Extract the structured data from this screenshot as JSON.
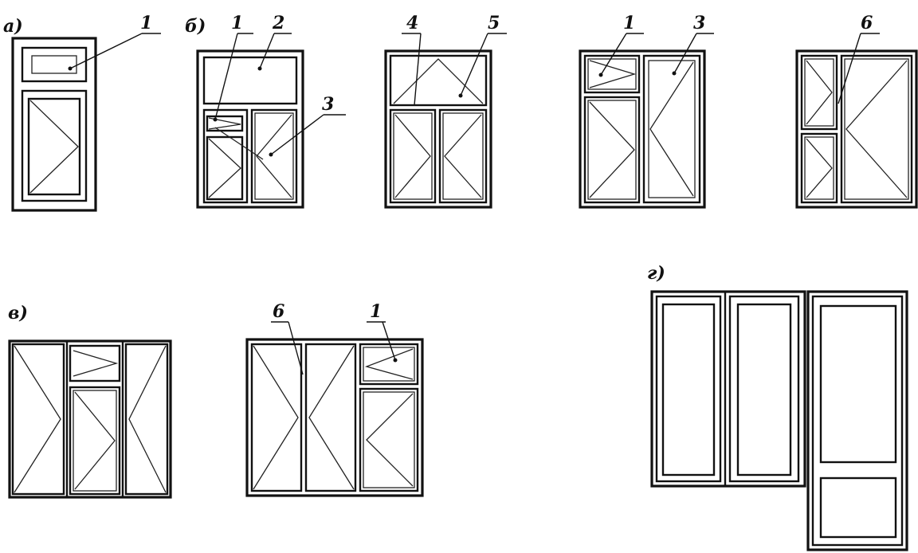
{
  "figure": {
    "panels": [
      {
        "id": "a",
        "label": "а)"
      },
      {
        "id": "b",
        "label": "б)"
      },
      {
        "id": "v",
        "label": "в)"
      },
      {
        "id": "g",
        "label": "г)"
      }
    ],
    "callouts": {
      "a_1": "1",
      "b1_1": "1",
      "b1_2": "2",
      "b1_3": "3",
      "b2_4": "4",
      "b2_5": "5",
      "b3_1": "1",
      "b3_3": "3",
      "b4_6": "6",
      "v2_6": "6",
      "v2_1": "1"
    }
  }
}
